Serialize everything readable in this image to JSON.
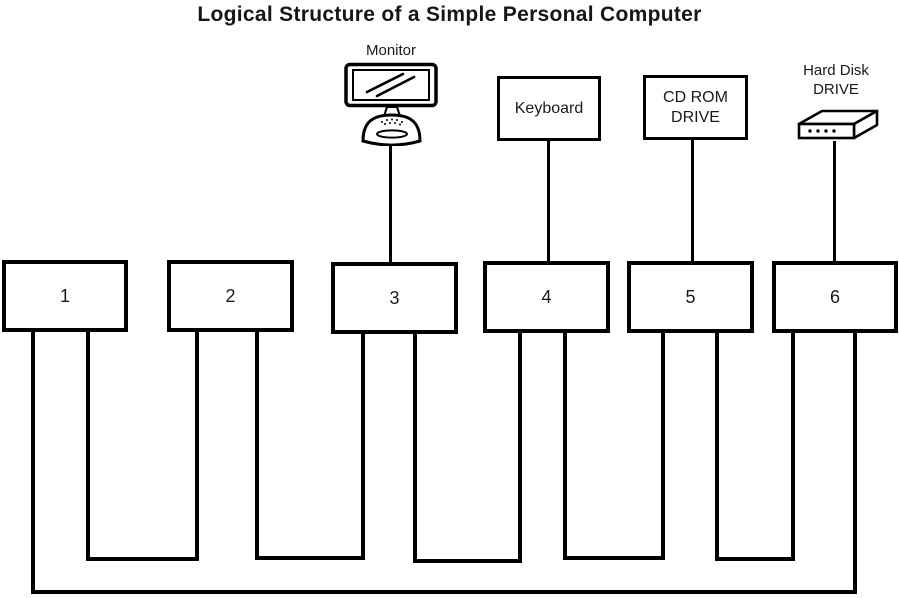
{
  "title": "Logical Structure of a Simple Personal Computer",
  "devices": {
    "monitor": {
      "label": "Monitor"
    },
    "keyboard": {
      "label": "Keyboard"
    },
    "cdrom": {
      "line1": "CD ROM",
      "line2": "DRIVE"
    },
    "harddisk": {
      "line1": "Hard Disk",
      "line2": "DRIVE"
    }
  },
  "modules": [
    {
      "label": "1"
    },
    {
      "label": "2"
    },
    {
      "label": "3"
    },
    {
      "label": "4"
    },
    {
      "label": "5"
    },
    {
      "label": "6"
    }
  ],
  "colors": {
    "line": "#000000",
    "background": "#ffffff",
    "text": "#161616"
  }
}
